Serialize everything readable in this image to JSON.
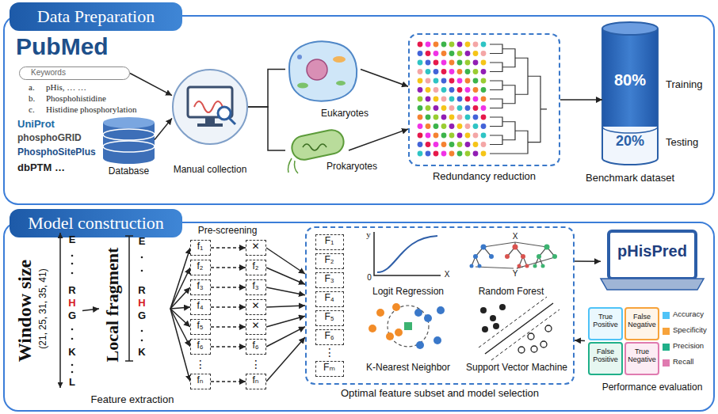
{
  "diagram": {
    "nodes": [
      {
        "text": [
          "Data Preparation"
        ]
      },
      {
        "text": [
          "Keywords"
        ],
        "in": 0
      },
      {
        "text": [
          "Database"
        ],
        "in": 0
      },
      {
        "text": [
          "Manual collection"
        ],
        "in": 0
      },
      {
        "text": [
          "Eukaryotes"
        ],
        "in": 0
      },
      {
        "text": [
          "Prokaryotes"
        ],
        "in": 0
      },
      {
        "text": [
          "Redundancy reduction"
        ],
        "in": 0
      },
      {
        "text": [
          "80%",
          "Training",
          "20%",
          "Testing",
          "Benchmark dataset"
        ],
        "in": 0
      },
      {
        "text": [
          "Model construction"
        ]
      },
      {
        "text": [
          "Window size",
          "(21, 25, 31, 35, 41)"
        ],
        "in": 8
      },
      {
        "text": [
          "Local fragment"
        ],
        "in": 8
      },
      {
        "text": [
          "f₁"
        ],
        "in": 8
      },
      {
        "text": [
          "f₂"
        ],
        "in": 8
      },
      {
        "text": [
          "f₃"
        ],
        "in": 8
      },
      {
        "text": [
          "f₄"
        ],
        "in": 8
      },
      {
        "text": [
          "f₅"
        ],
        "in": 8
      },
      {
        "text": [
          "f₆"
        ],
        "in": 8
      },
      {
        "text": [
          "fₙ"
        ],
        "in": 8
      },
      {
        "text": [
          "✕"
        ],
        "in": 8
      },
      {
        "text": [
          "f₂"
        ],
        "in": 8
      },
      {
        "text": [
          "f₃"
        ],
        "in": 8
      },
      {
        "text": [
          "✕"
        ],
        "in": 8
      },
      {
        "text": [
          "✕"
        ],
        "in": 8
      },
      {
        "text": [
          "f₆"
        ],
        "in": 8
      },
      {
        "text": [
          "fₙ"
        ],
        "in": 8
      },
      {
        "text": [
          "Optimal feature subset and model selection"
        ],
        "in": 8
      },
      {
        "text": [
          "F₁"
        ],
        "in": 25
      },
      {
        "text": [
          "F₂"
        ],
        "in": 25
      },
      {
        "text": [
          "F₃"
        ],
        "in": 25
      },
      {
        "text": [
          "F₄"
        ],
        "in": 25
      },
      {
        "text": [
          "F₅"
        ],
        "in": 25
      },
      {
        "text": [
          "F₆"
        ],
        "in": 25
      },
      {
        "text": [
          "Fₘ"
        ],
        "in": 25
      },
      {
        "text": [
          "pHisPred"
        ],
        "in": 8
      },
      {
        "text": [
          "Performance evaluation"
        ],
        "in": 8
      },
      {
        "text": [
          "True Positive"
        ],
        "in": 34
      },
      {
        "text": [
          "False Negative"
        ],
        "in": 34
      },
      {
        "text": [
          "False Positive"
        ],
        "in": 34
      },
      {
        "text": [
          "True Negative"
        ],
        "in": 34
      }
    ],
    "edges": [
      {
        "from": 1,
        "to": 3,
        "arrow": "to"
      },
      {
        "from": 2,
        "to": 3,
        "arrow": "to"
      },
      {
        "from": 3,
        "to": 4,
        "arrow": "none"
      },
      {
        "from": 3,
        "to": 5,
        "arrow": "none"
      },
      {
        "from": 4,
        "to": 6,
        "arrow": "to"
      },
      {
        "from": 5,
        "to": 6,
        "arrow": "to"
      },
      {
        "from": 6,
        "to": 7,
        "arrow": "to"
      },
      {
        "from": 9,
        "to": 10,
        "arrow": "to"
      },
      {
        "from": 10,
        "to": 11,
        "arrow": "to"
      },
      {
        "from": 10,
        "to": 12,
        "arrow": "to"
      },
      {
        "from": 10,
        "to": 13,
        "arrow": "to"
      },
      {
        "from": 10,
        "to": 14,
        "arrow": "to"
      },
      {
        "from": 10,
        "to": 15,
        "arrow": "to"
      },
      {
        "from": 10,
        "to": 16,
        "arrow": "to"
      },
      {
        "from": 10,
        "to": 17,
        "arrow": "to"
      },
      {
        "from": 11,
        "to": 18,
        "arrow": "to"
      },
      {
        "from": 12,
        "to": 19,
        "arrow": "to"
      },
      {
        "from": 13,
        "to": 20,
        "arrow": "to"
      },
      {
        "from": 14,
        "to": 21,
        "arrow": "to"
      },
      {
        "from": 15,
        "to": 22,
        "arrow": "to"
      },
      {
        "from": 16,
        "to": 23,
        "arrow": "to"
      },
      {
        "from": 17,
        "to": 24,
        "arrow": "to"
      },
      {
        "from": 18,
        "to": 25,
        "arrow": "to"
      },
      {
        "from": 19,
        "to": 25,
        "arrow": "to"
      },
      {
        "from": 20,
        "to": 25,
        "arrow": "to"
      },
      {
        "from": 21,
        "to": 25,
        "arrow": "to"
      },
      {
        "from": 22,
        "to": 25,
        "arrow": "to"
      },
      {
        "from": 23,
        "to": 25,
        "arrow": "to"
      },
      {
        "from": 24,
        "to": 25,
        "arrow": "to"
      },
      {
        "from": 25,
        "to": 33,
        "arrow": "to"
      },
      {
        "from": 34,
        "to": 25,
        "arrow": "to"
      }
    ],
    "labels": [
      "PubMed",
      "a.",
      "pHis, … …",
      "b.",
      "Phosphohistidine",
      "c.",
      "Histidine phosphorylation",
      "UniProt",
      "phosphoGRID",
      "PhosphoSitePlus",
      "dbPTM …",
      "Feature extraction",
      "Pre-screening",
      "E",
      "R",
      "H",
      "G",
      "K",
      "L",
      "E",
      "R",
      "H",
      "G",
      "K",
      "⋮",
      "⋮",
      "⋮",
      "y",
      "0",
      "X",
      "X",
      "Y",
      "Logit Regression",
      "Random Forest",
      "K-Nearest Neighbor",
      "Support Vector Machine"
    ],
    "legend": [
      {
        "text": "Accuracy",
        "color": "#4fc3f7"
      },
      {
        "text": "Specificity",
        "color": "#f7a33b"
      },
      {
        "text": "Precision",
        "color": "#20b089"
      },
      {
        "text": "Recall",
        "color": "#e07bb0"
      }
    ]
  }
}
